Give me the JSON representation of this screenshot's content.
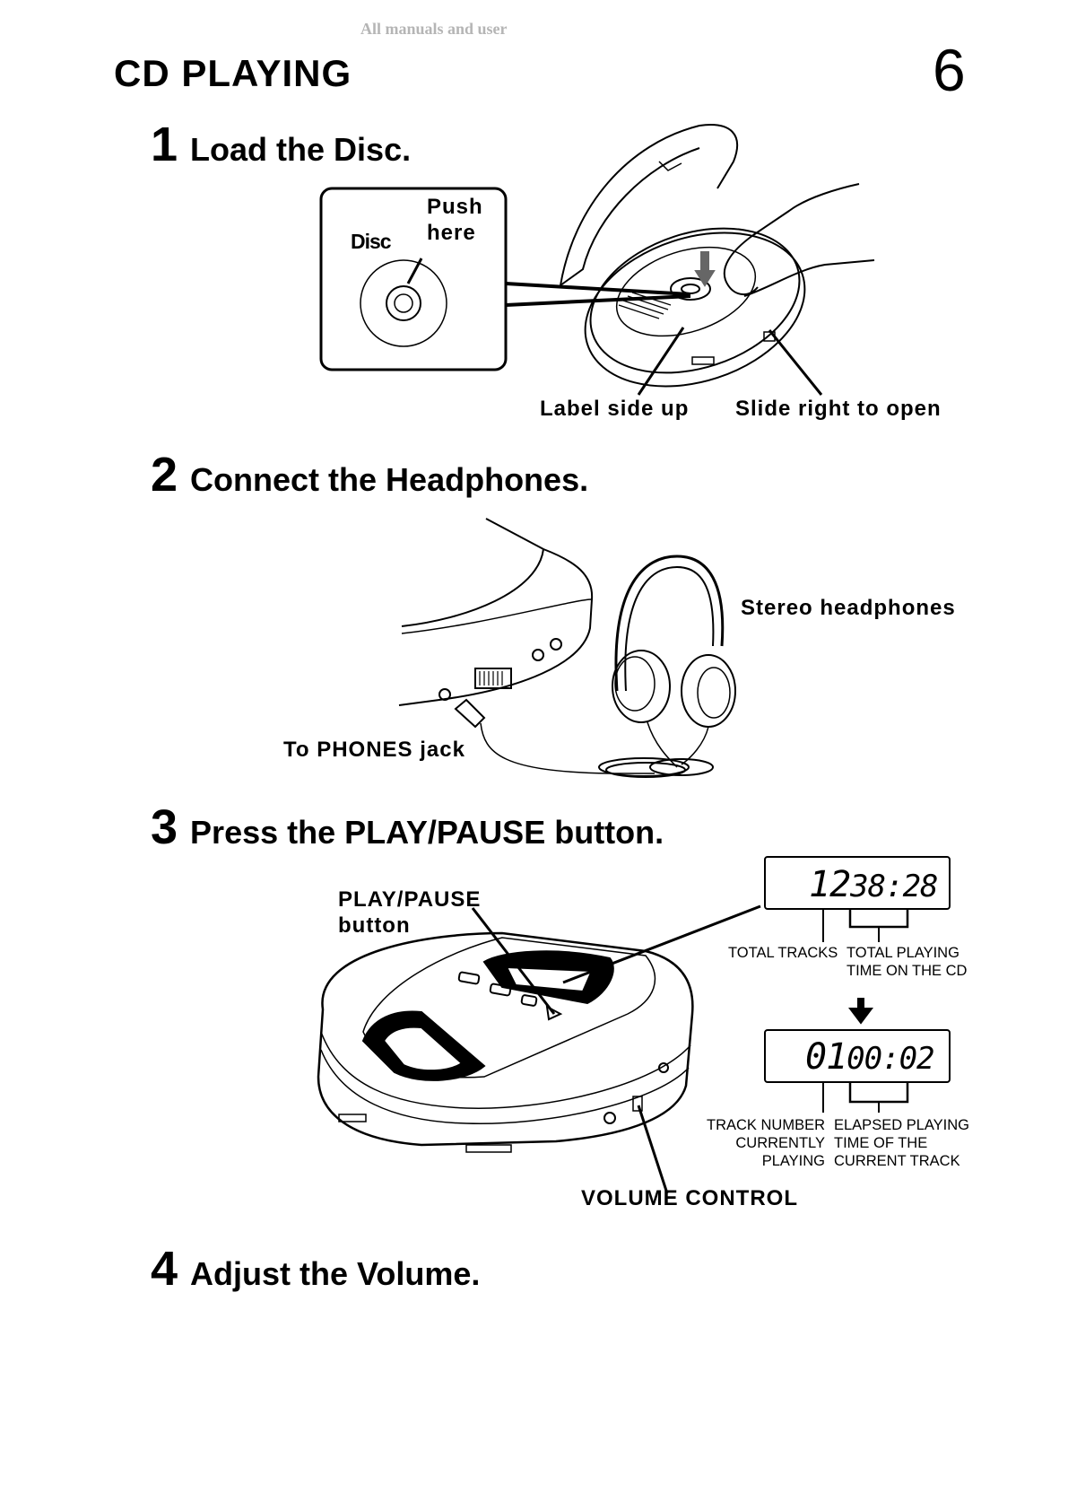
{
  "watermark": "All manuals and user",
  "page": {
    "title": "CD PLAYING",
    "number": "6"
  },
  "steps": [
    {
      "num": "1",
      "text": "Load the Disc."
    },
    {
      "num": "2",
      "text": "Connect the Headphones."
    },
    {
      "num": "3",
      "text": "Press the PLAY/PAUSE button."
    },
    {
      "num": "4",
      "text": "Adjust the Volume."
    }
  ],
  "step1": {
    "disc_label": "Disc",
    "push_here": [
      "Push",
      "here"
    ],
    "label_side_up": "Label side up",
    "slide_right": "Slide right to open"
  },
  "step2": {
    "stereo_headphones": "Stereo headphones",
    "phones_jack": "To PHONES jack"
  },
  "step3": {
    "play_pause": [
      "PLAY/PAUSE",
      "button"
    ],
    "display1": {
      "tracks": "12",
      "time": "38:28"
    },
    "total_tracks": "TOTAL TRACKS",
    "total_time": [
      "TOTAL PLAYING",
      "TIME ON THE CD"
    ],
    "display2": {
      "tracks": "01",
      "time": "00:02"
    },
    "track_number": [
      "TRACK NUMBER",
      "CURRENTLY",
      "PLAYING"
    ],
    "elapsed": [
      "ELAPSED PLAYING",
      "TIME OF THE",
      "CURRENT TRACK"
    ],
    "volume_control": "VOLUME CONTROL"
  }
}
